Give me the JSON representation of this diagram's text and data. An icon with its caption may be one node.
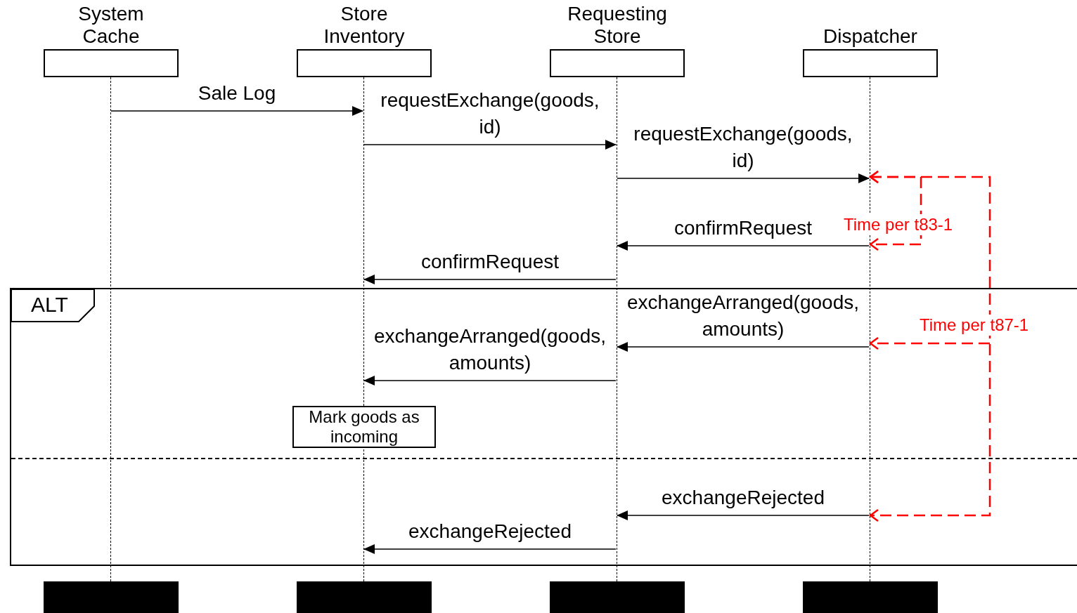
{
  "diagram": {
    "nodes": [
      {
        "text": [
          "System Cache"
        ]
      },
      {
        "text": [
          "Store Inventory"
        ]
      },
      {
        "text": [
          "Requesting Store"
        ]
      },
      {
        "text": [
          "Dispatcher"
        ]
      },
      {
        "text": [],
        "shape": "line"
      },
      {
        "text": [],
        "shape": "line"
      },
      {
        "text": [],
        "shape": "line"
      },
      {
        "text": [],
        "shape": "line"
      },
      {
        "text": [
          "ALT"
        ]
      },
      {
        "text": [
          "Mark goods as incoming"
        ],
        "in": 8
      },
      {
        "text": [],
        "shape": "bar"
      },
      {
        "text": [],
        "shape": "bar"
      },
      {
        "text": [],
        "shape": "bar"
      },
      {
        "text": [],
        "shape": "bar"
      }
    ],
    "edges": [
      {
        "from": 4,
        "to": 5,
        "arrow": "to",
        "label": "Sale Log"
      },
      {
        "from": 5,
        "to": 6,
        "arrow": "to",
        "label": "requestExchange(goods, id)"
      },
      {
        "from": 6,
        "to": 7,
        "arrow": "to",
        "label": "requestExchange(goods, id)"
      },
      {
        "from": 7,
        "to": 6,
        "arrow": "to",
        "label": "confirmRequest"
      },
      {
        "from": 6,
        "to": 5,
        "arrow": "to",
        "label": "confirmRequest"
      },
      {
        "from": 7,
        "to": 6,
        "arrow": "to",
        "label": "exchangeArranged(goods, amounts)"
      },
      {
        "from": 6,
        "to": 5,
        "arrow": "to",
        "label": "exchangeArranged(goods, amounts)"
      },
      {
        "from": 7,
        "to": 6,
        "arrow": "to",
        "label": "exchangeRejected"
      },
      {
        "from": 6,
        "to": 5,
        "arrow": "to",
        "label": "exchangeRejected"
      },
      {
        "from": 7,
        "to": 7,
        "arrow": "both",
        "label": "Time per t83-1",
        "style": "dashed",
        "color": "#ff0000"
      },
      {
        "from": 7,
        "to": 7,
        "arrow": "both",
        "style": "dashed",
        "color": "#ff0000"
      },
      {
        "from": null,
        "to": 7,
        "arrow": "to",
        "label": "Time per t87-1",
        "style": "dashed",
        "color": "#ff0000"
      }
    ]
  }
}
